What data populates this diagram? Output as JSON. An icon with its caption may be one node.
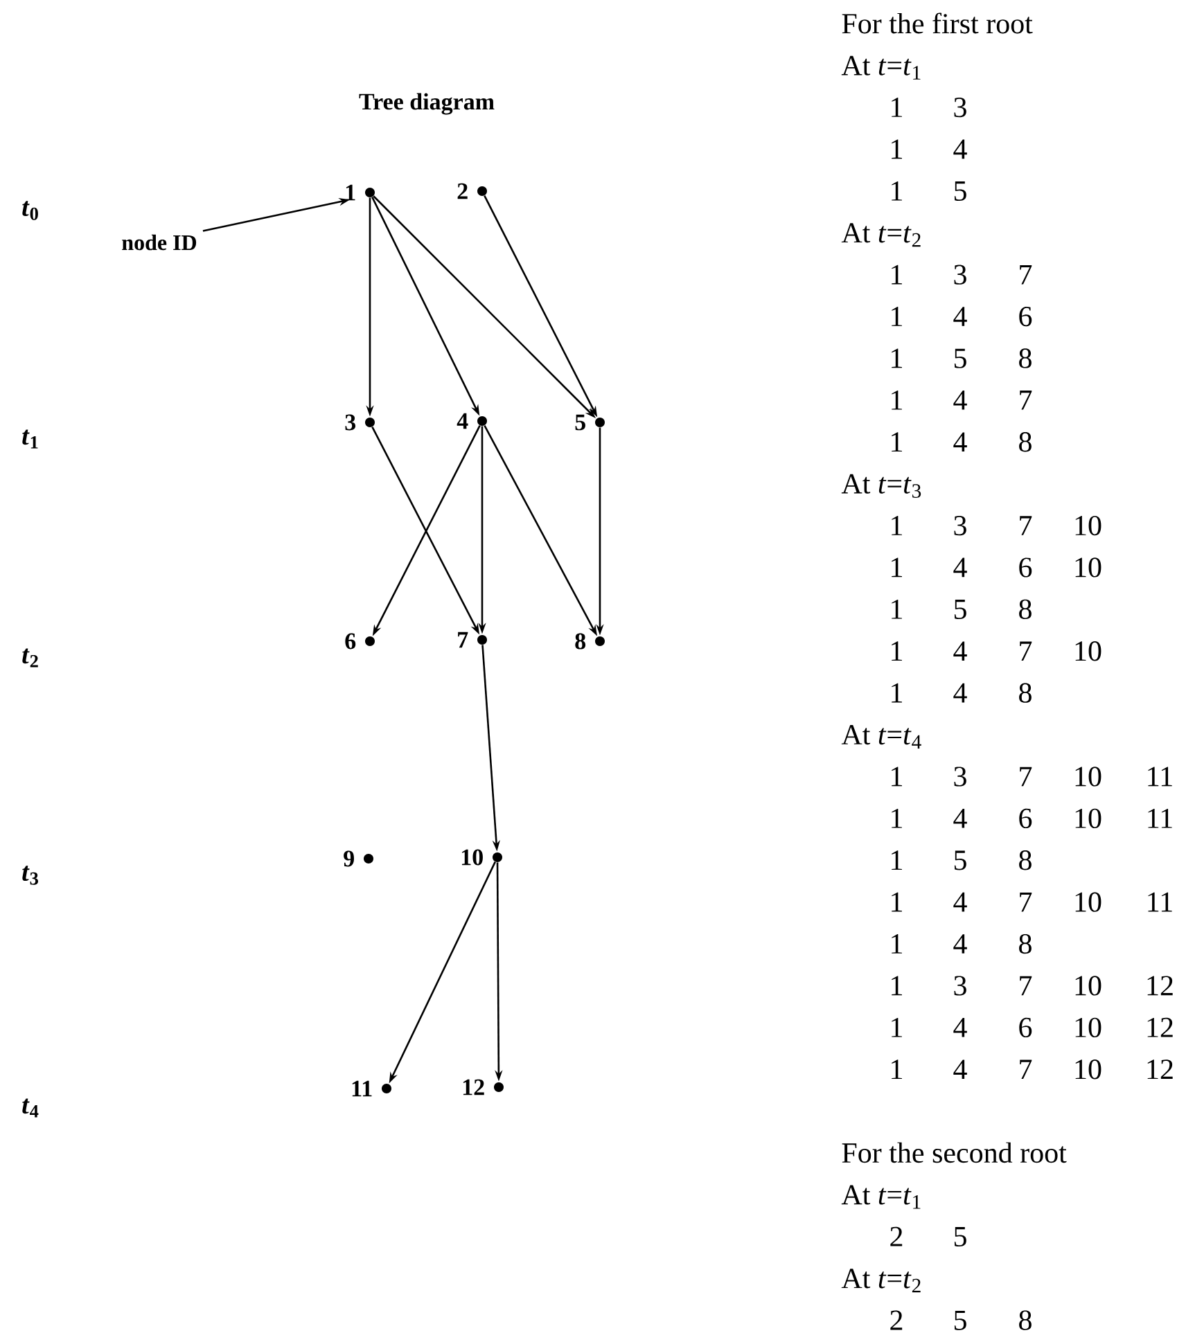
{
  "diagram": {
    "title": "Tree diagram",
    "nodes": [
      {
        "text": [
          "1"
        ]
      },
      {
        "text": [
          "2"
        ]
      },
      {
        "text": [
          "3"
        ]
      },
      {
        "text": [
          "4"
        ]
      },
      {
        "text": [
          "5"
        ]
      },
      {
        "text": [
          "6"
        ]
      },
      {
        "text": [
          "7"
        ]
      },
      {
        "text": [
          "8"
        ]
      },
      {
        "text": [
          "9"
        ]
      },
      {
        "text": [
          "10"
        ]
      },
      {
        "text": [
          "11"
        ]
      },
      {
        "text": [
          "12"
        ]
      },
      {
        "text": [
          "node ID"
        ]
      }
    ],
    "edges": [
      {
        "from": 0,
        "to": 2,
        "arrow": "to"
      },
      {
        "from": 0,
        "to": 3,
        "arrow": "to"
      },
      {
        "from": 0,
        "to": 4,
        "arrow": "to"
      },
      {
        "from": 1,
        "to": 4,
        "arrow": "to"
      },
      {
        "from": 2,
        "to": 6,
        "arrow": "to"
      },
      {
        "from": 3,
        "to": 5,
        "arrow": "to"
      },
      {
        "from": 3,
        "to": 6,
        "arrow": "to"
      },
      {
        "from": 3,
        "to": 7,
        "arrow": "to"
      },
      {
        "from": 4,
        "to": 7,
        "arrow": "to"
      },
      {
        "from": 6,
        "to": 9,
        "arrow": "to"
      },
      {
        "from": 9,
        "to": 10,
        "arrow": "to"
      },
      {
        "from": 9,
        "to": 11,
        "arrow": "to"
      },
      {
        "from": 12,
        "to": 0,
        "arrow": "to"
      }
    ],
    "labels": [
      "*t*$_{0}$",
      "*t*$_{1}$",
      "*t*$_{2}$",
      "*t*$_{3}$",
      "*t*$_{4}$",
      "For the first root",
      "At *t*=*t*$_{1}$",
      "1",
      "3",
      "1",
      "4",
      "1",
      "5",
      "At *t*=*t*$_{2}$",
      "1",
      "3",
      "7",
      "1",
      "4",
      "6",
      "1",
      "5",
      "8",
      "1",
      "4",
      "7",
      "1",
      "4",
      "8",
      "At *t*=*t*$_{3}$",
      "1",
      "3",
      "7",
      "10",
      "1",
      "4",
      "6",
      "10",
      "1",
      "5",
      "8",
      "1",
      "4",
      "7",
      "10",
      "1",
      "4",
      "8",
      "At *t*=*t*$_{4}$",
      "1",
      "3",
      "7",
      "10",
      "11",
      "1",
      "4",
      "6",
      "10",
      "11",
      "1",
      "5",
      "8",
      "1",
      "4",
      "7",
      "10",
      "11",
      "1",
      "4",
      "8",
      "1",
      "3",
      "7",
      "10",
      "12",
      "1",
      "4",
      "6",
      "10",
      "12",
      "1",
      "4",
      "7",
      "10",
      "12",
      "For the second root",
      "At *t*=*t*$_{1}$",
      "2",
      "5",
      "At *t*=*t*$_{2}$",
      "2",
      "5",
      "8"
    ]
  }
}
